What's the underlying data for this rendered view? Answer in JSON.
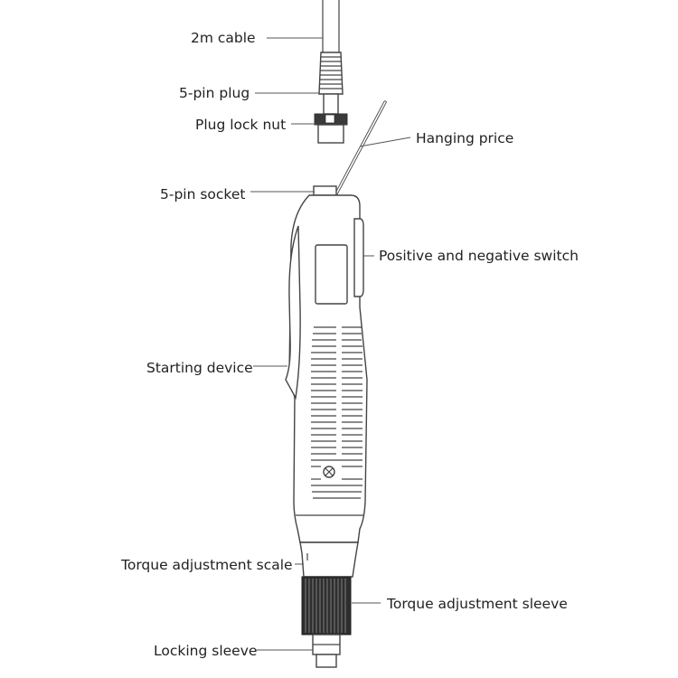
{
  "labels": {
    "cable": "2m cable",
    "plug": "5-pin plug",
    "lock_nut": "Plug lock nut",
    "hanging": "Hanging price",
    "socket": "5-pin socket",
    "switch": "Positive and negative switch",
    "starting": "Starting device",
    "torque_scale": "Torque adjustment scale",
    "torque_sleeve": "Torque adjustment sleeve",
    "locking": "Locking sleeve"
  },
  "colors": {
    "outline": "#444444",
    "leader": "#555555",
    "text": "#222222"
  }
}
